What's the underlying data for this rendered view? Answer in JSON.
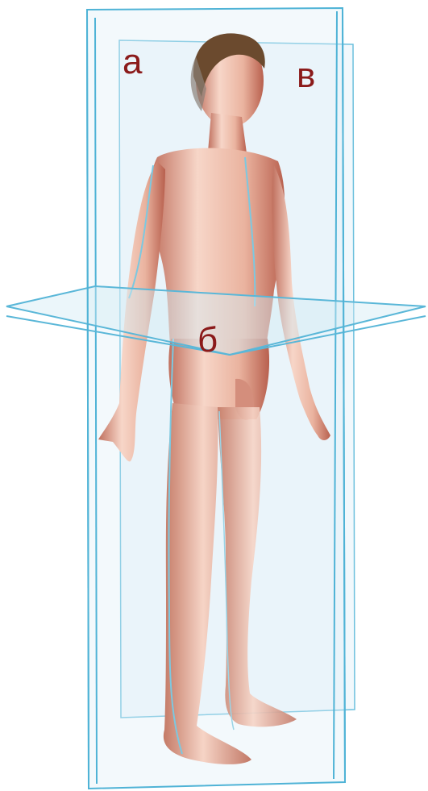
{
  "labels": {
    "sagittal": "а",
    "horizontal": "б",
    "frontal": "в"
  },
  "colors": {
    "label": "#8b1a1a",
    "plane_edge": "#5cb8d8",
    "plane_fill": "#d8eef7",
    "skin_light": "#f6d2c4",
    "skin_mid": "#e8a892",
    "skin_shadow": "#b8604e",
    "hair": "#6b4a2e"
  },
  "icons": {
    "figure": "human-body-with-anatomical-planes"
  }
}
